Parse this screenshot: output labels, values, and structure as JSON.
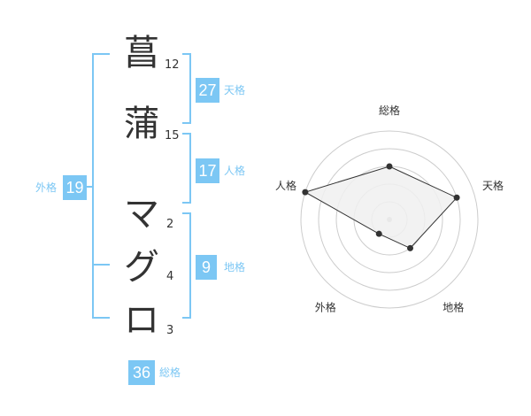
{
  "name": {
    "chars": [
      {
        "char": "菖",
        "strokes": "12"
      },
      {
        "char": "蒲",
        "strokes": "15"
      },
      {
        "char": "マ",
        "strokes": "2"
      },
      {
        "char": "グ",
        "strokes": "4"
      },
      {
        "char": "ロ",
        "strokes": "3"
      }
    ]
  },
  "fortune": {
    "tenkaku": {
      "value": "27",
      "label": "天格"
    },
    "jinkaku": {
      "value": "17",
      "label": "人格"
    },
    "chikaku": {
      "value": "9",
      "label": "地格"
    },
    "gaikaku": {
      "value": "19",
      "label": "外格"
    },
    "soukaku": {
      "value": "36",
      "label": "総格"
    }
  },
  "chart_data": {
    "type": "radar",
    "axes": [
      "総格",
      "天格",
      "地格",
      "外格",
      "人格"
    ],
    "values": [
      3,
      4,
      2,
      1,
      5
    ],
    "max": 5,
    "rings": 5,
    "colors": {
      "fill": "#f0f0f0",
      "stroke": "#333333",
      "grid": "#cccccc",
      "point": "#333333",
      "center": "#bbbbbb"
    }
  },
  "colors": {
    "accent": "#7cc7f4"
  }
}
